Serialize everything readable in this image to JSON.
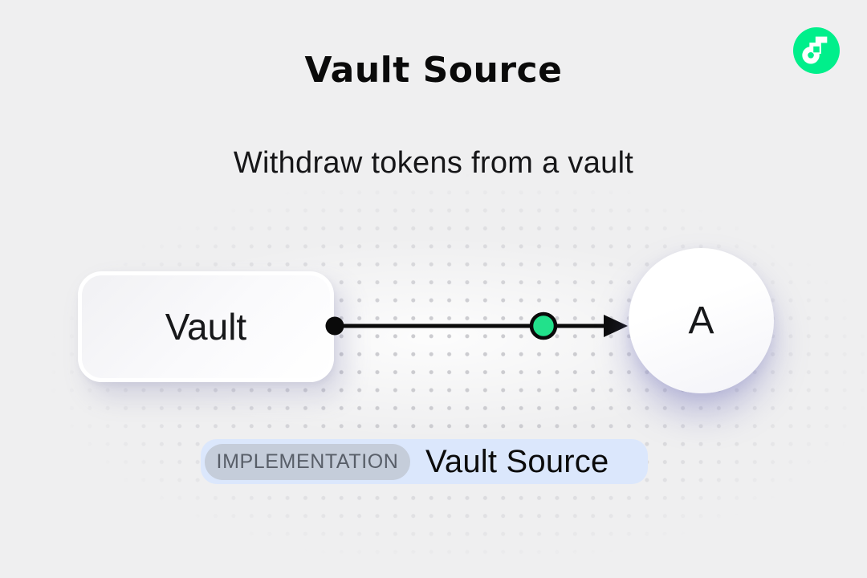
{
  "page": {
    "title": "Vault Source",
    "subtitle": "Withdraw tokens from a vault"
  },
  "diagram": {
    "source_label": "Vault",
    "target_label": "A",
    "edge": {
      "from": "Vault",
      "to": "A",
      "token_color": "#22E18B"
    }
  },
  "badge": {
    "tag": "IMPLEMENTATION",
    "label": "Vault Source"
  },
  "logo": {
    "icon": "flow-logo",
    "color": "#00EF8B"
  },
  "colors": {
    "background": "#EFEFF0",
    "accent_green": "#00EF8B",
    "badge_background": "#DBE7FC",
    "tag_background": "#C5CDDA",
    "line_black": "#0A0A0A"
  }
}
